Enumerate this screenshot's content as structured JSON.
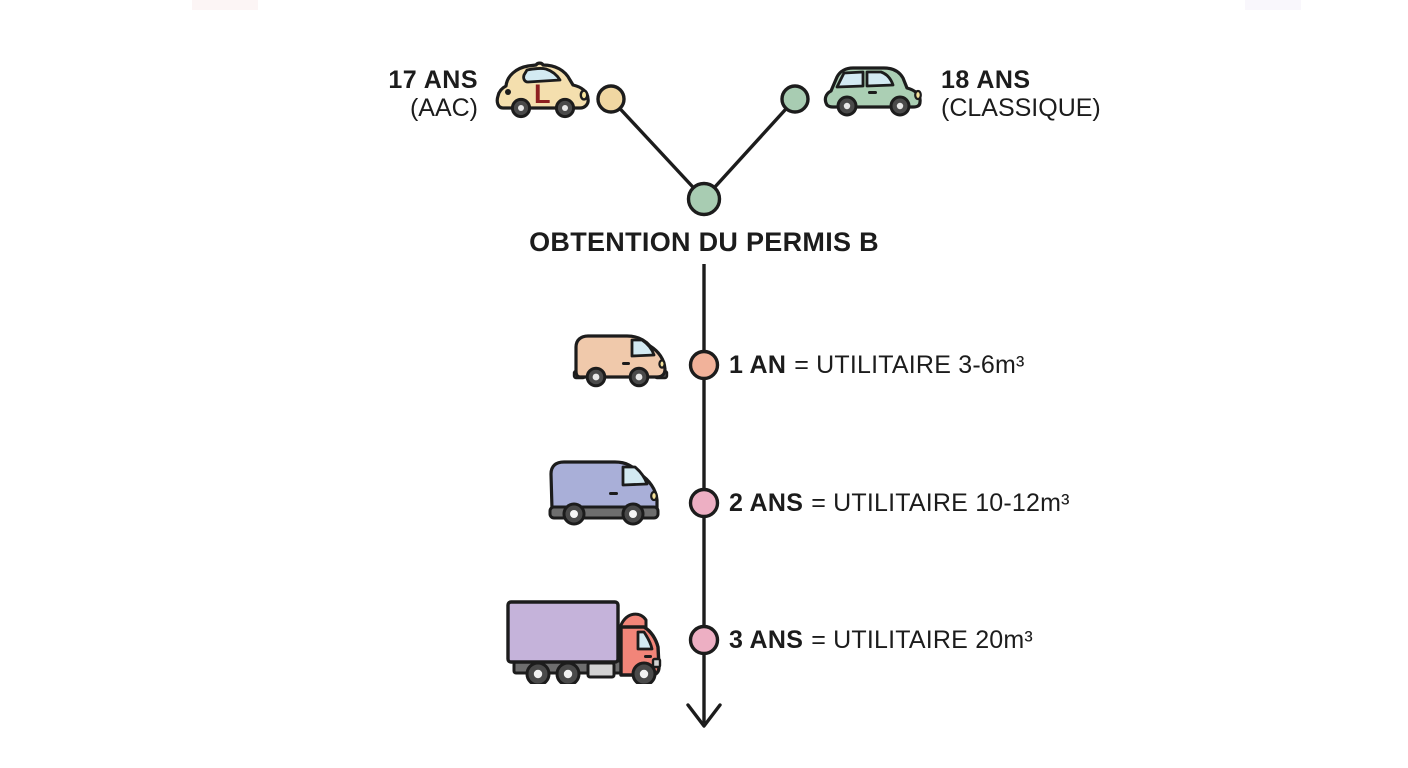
{
  "title": "OBTENTION DU PERMIS B",
  "branches": {
    "left": {
      "age": "17 ANS",
      "mode": "(AAC)",
      "plate_letter": "L",
      "icon": "learner-car-icon"
    },
    "right": {
      "age": "18 ANS",
      "mode": "(CLASSIQUE)",
      "icon": "classic-car-icon"
    }
  },
  "timeline": {
    "direction": "down",
    "milestones": [
      {
        "term": "1 AN",
        "desc": "= UTILITAIRE 3-6m³",
        "icon": "small-van-icon"
      },
      {
        "term": "2 ANS",
        "desc": "= UTILITAIRE 10-12m³",
        "icon": "medium-van-icon"
      },
      {
        "term": "3 ANS",
        "desc": "= UTILITAIRE 20m³",
        "icon": "box-truck-icon"
      }
    ]
  },
  "colors": {
    "background": "#ffffff",
    "outline": "#1c1c1c",
    "node_aac": "#f0d7a2",
    "node_classique": "#a8ccb2",
    "node_merge": "#a8ccb2",
    "node_year1": "#f1b29a",
    "node_year2": "#edafc3",
    "node_year3": "#edafc3",
    "car_aac_body": "#f4dfae",
    "car_classique_body": "#abcfb4",
    "van_small_body": "#f0c9ab",
    "van_medium_body": "#a9afd8",
    "truck_box": "#c5b3da",
    "truck_cab": "#f28579",
    "glass": "#d3eaf2",
    "wheel_dark": "#4a4a4a",
    "hub_light": "#e8e8e8",
    "chassis_gray": "#6e6e6e",
    "tank_gray": "#d2d2d2",
    "headlight": "#f6e39c",
    "plate_letter": "#8e2020"
  }
}
